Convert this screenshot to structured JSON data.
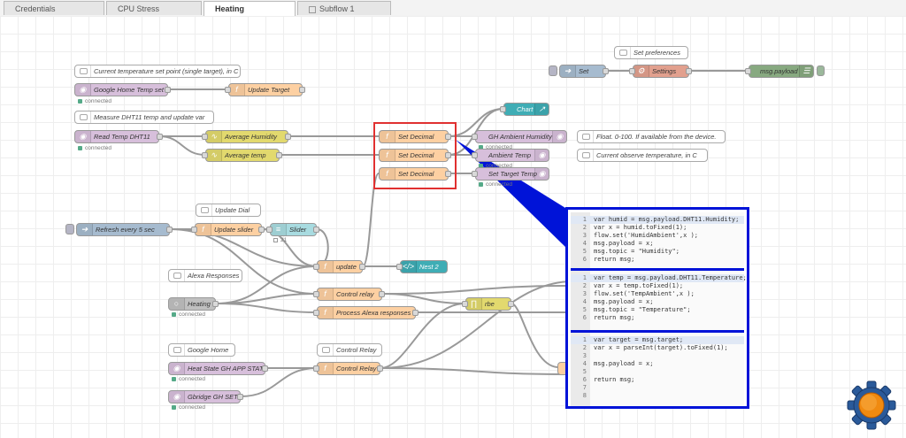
{
  "tabs": [
    {
      "label": "Credentials",
      "active": false,
      "subflow": false
    },
    {
      "label": "CPU Stress",
      "active": false,
      "subflow": false
    },
    {
      "label": "Heating",
      "active": true,
      "subflow": false
    },
    {
      "label": "Subflow 1",
      "active": false,
      "subflow": true
    }
  ],
  "colors": {
    "function": "#fdd0a2",
    "smooth": "#e2d96e",
    "google": "#d7bfdb",
    "inject": "#a6bbcf",
    "ui": "#3fadb5",
    "debug": "#87a980",
    "settings": "#e2a08e",
    "heating": "#c0c0c0",
    "highlight": "#e03030",
    "annotation": "#0013d8"
  },
  "comments": {
    "set_point": "Current temperature set point (single target), in C",
    "dht": "Measure DHT11 temp and update var",
    "preferences": "Set preferences",
    "update_dial": "Update Dial",
    "alexa": "Alexa Responses",
    "google_home": "Google Home",
    "control_relay": "Control Relay",
    "float": "Float. 0-100. If available from the device.",
    "current_observe": "Current observe temperature, in C"
  },
  "nodes": {
    "google_home_temp_set": "Google Home Temp set",
    "update_target": "Update Target",
    "read_temp": "Read Temp DHT11",
    "avg_humidity": "Average Humidity",
    "avg_temp": "Average temp",
    "set_decimal_1": "Set Decimal",
    "set_decimal_2": "Set Decimal",
    "set_decimal_3": "Set Decimal",
    "chart": "Chart",
    "gh_ambient_humidity": "GH Ambient Humidity",
    "ambient_temp": "Ambient Temp",
    "set_target_temp": "Set Target Temp",
    "set": "Set",
    "settings": "Settings",
    "msg_payload": "msg.payload",
    "refresh": "Refresh every 5 sec",
    "update_slider": "Update slider",
    "slider": "Slider",
    "update": "update",
    "nest": "Nest 2",
    "heating": "Heating",
    "control_relay_1": "Control relay",
    "process_alexa": "Process Alexa responses",
    "rbe": "rbe",
    "heat_state": "Heat State GH APP STATE",
    "control_relay_2": "Control Relay",
    "gbridge": "Gbridge GH SET"
  },
  "statuses": {
    "connected": "connected",
    "slider_value": "21"
  },
  "code": {
    "humidity": [
      "var humid = msg.payload.DHT11.Humidity;",
      "var x = humid.toFixed(1);",
      "flow.set('HumidAmbient',x );",
      "msg.payload = x;",
      "msg.topic = \"Humidity\";",
      "return msg;"
    ],
    "temperature": [
      "var temp = msg.payload.DHT11.Temperature;",
      "var x = temp.toFixed(1);",
      "flow.set('TempAmbient',x );",
      "msg.payload = x;",
      "msg.topic = \"Temperature\";",
      "return msg;"
    ],
    "target": [
      "var target = msg.target;",
      "var x = parseInt(target).toFixed(1);",
      "",
      "msg.payload = x;",
      "",
      "return msg;",
      "",
      ""
    ]
  },
  "line_numbers": [
    "1",
    "2",
    "3",
    "4",
    "5",
    "6",
    "7",
    "8"
  ]
}
